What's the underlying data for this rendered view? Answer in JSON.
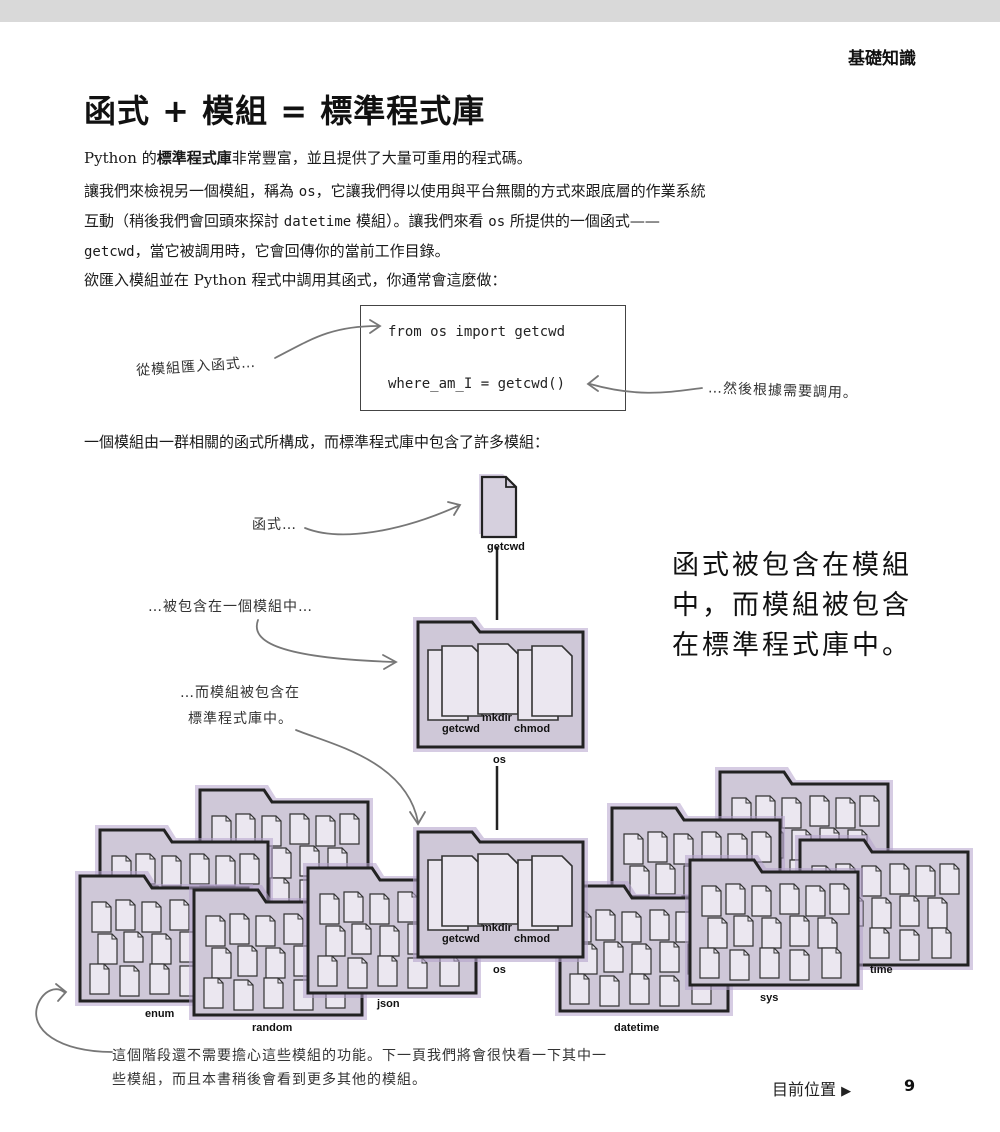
{
  "header": {
    "section": "基礎知識"
  },
  "title": "函式 + 模組 = 標準程式庫",
  "intro": {
    "pre": "Python 的",
    "bold": "標準程式庫",
    "post": "非常豐富，並且提供了大量可重用的程式碼。"
  },
  "p2": {
    "t1": "讓我們來檢視另一個模組，稱為 ",
    "c1": "os",
    "t2": "，它讓我們得以使用與平台無關的方式來跟底層的作業系統互動（稍後我們會回頭來探討 ",
    "c2": "datetime",
    "t3": " 模組）。讓我們來看 ",
    "c3": "os",
    "t4": " 所提供的一個函式——",
    "c4": "getcwd",
    "t5": "，當它被調用時，它會回傳你的當前工作目錄。"
  },
  "p3": "欲匯入模組並在 Python 程式中調用其函式，你通常會這麼做：",
  "code": {
    "line1": "from os import getcwd",
    "line2": "where_am_I = getcwd()"
  },
  "annotations": {
    "import_note": "從模組匯入函式…",
    "invoke_note": "…然後根據需要調用。",
    "function_note": "函式…",
    "module_note": "…被包含在一個模組中…",
    "library_note_1": "…而模組被包含在",
    "library_note_2": "標準程式庫中。"
  },
  "p4": "一個模組由一群相關的函式所構成，而標準程式庫中包含了許多模組：",
  "big_note": "函式被包含在模組中，而模組被包含在標準程式庫中。",
  "diagram": {
    "function_label": "getcwd",
    "os_files": [
      "getcwd",
      "mkdir",
      "chmod"
    ],
    "os_label": "os",
    "modules": [
      "enum",
      "random",
      "json",
      "os",
      "datetime",
      "sys",
      "time"
    ]
  },
  "footnote": "這個階段還不需要擔心這些模組的功能。下一頁我們將會很快看一下其中一些模組，而且本書稍後會看到更多其他的模組。",
  "footer": {
    "nav": "目前位置",
    "page": "9"
  },
  "colors": {
    "folder_fill": "#cfc8d8",
    "folder_glow": "#b4a3cc",
    "ink": "#222222"
  }
}
